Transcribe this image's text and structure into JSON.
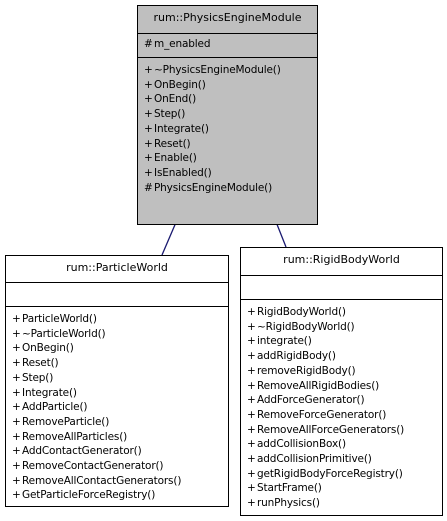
{
  "base_class": {
    "name": "rum::PhysicsEngineModule",
    "attributes": [
      {
        "vis": "#",
        "text": "m_enabled"
      }
    ],
    "operations": [
      {
        "vis": "+",
        "text": "~PhysicsEngineModule()"
      },
      {
        "vis": "+",
        "text": "OnBegin()"
      },
      {
        "vis": "+",
        "text": "OnEnd()"
      },
      {
        "vis": "+",
        "text": "Step()"
      },
      {
        "vis": "+",
        "text": "Integrate()"
      },
      {
        "vis": "+",
        "text": "Reset()"
      },
      {
        "vis": "+",
        "text": "Enable()"
      },
      {
        "vis": "+",
        "text": "IsEnabled()"
      },
      {
        "vis": "#",
        "text": "PhysicsEngineModule()"
      }
    ]
  },
  "particle_world": {
    "name": "rum::ParticleWorld",
    "operations": [
      {
        "vis": "+",
        "text": "ParticleWorld()"
      },
      {
        "vis": "+",
        "text": "~ParticleWorld()"
      },
      {
        "vis": "+",
        "text": "OnBegin()"
      },
      {
        "vis": "+",
        "text": "Reset()"
      },
      {
        "vis": "+",
        "text": "Step()"
      },
      {
        "vis": "+",
        "text": "Integrate()"
      },
      {
        "vis": "+",
        "text": "AddParticle()"
      },
      {
        "vis": "+",
        "text": "RemoveParticle()"
      },
      {
        "vis": "+",
        "text": "RemoveAllParticles()"
      },
      {
        "vis": "+",
        "text": "AddContactGenerator()"
      },
      {
        "vis": "+",
        "text": "RemoveContactGenerator()"
      },
      {
        "vis": "+",
        "text": "RemoveAllContactGenerators()"
      },
      {
        "vis": "+",
        "text": "GetParticleForceRegistry()"
      }
    ]
  },
  "rigid_body_world": {
    "name": "rum::RigidBodyWorld",
    "operations": [
      {
        "vis": "+",
        "text": "RigidBodyWorld()"
      },
      {
        "vis": "+",
        "text": "~RigidBodyWorld()"
      },
      {
        "vis": "+",
        "text": "integrate()"
      },
      {
        "vis": "+",
        "text": "addRigidBody()"
      },
      {
        "vis": "+",
        "text": "removeRigidBody()"
      },
      {
        "vis": "+",
        "text": "RemoveAllRigidBodies()"
      },
      {
        "vis": "+",
        "text": "AddForceGenerator()"
      },
      {
        "vis": "+",
        "text": "RemoveForceGenerator()"
      },
      {
        "vis": "+",
        "text": "RemoveAllForceGenerators()"
      },
      {
        "vis": "+",
        "text": "addCollisionBox()"
      },
      {
        "vis": "+",
        "text": "addCollisionPrimitive()"
      },
      {
        "vis": "+",
        "text": "getRigidBodyForceRegistry()"
      },
      {
        "vis": "+",
        "text": "StartFrame()"
      },
      {
        "vis": "+",
        "text": "runPhysics()"
      }
    ]
  },
  "colors": {
    "base_fill": "#bfbfbf",
    "derived_fill": "#ffffff",
    "border": "#000000",
    "arrow": "#191970"
  }
}
